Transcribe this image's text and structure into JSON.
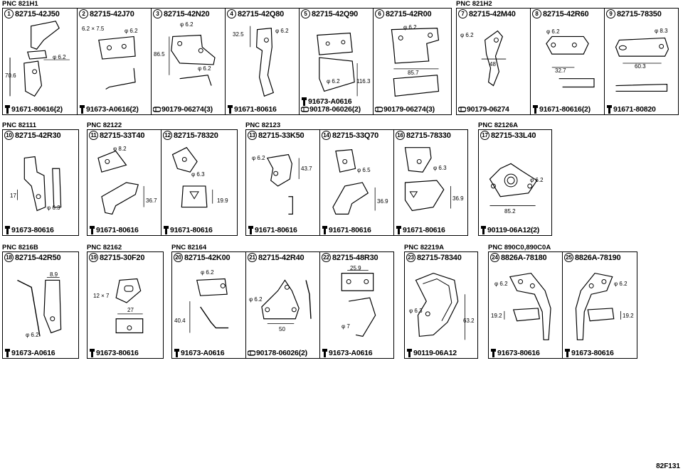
{
  "groups": [
    {
      "label": "PNC 821H1",
      "panel_items": [
        {
          "num": "1",
          "part": "82715-42J50",
          "hardware": [
            {
              "icon": "bolt-icon",
              "text": "91671-80616(2)"
            }
          ],
          "dims": [
            "φ 6.2",
            "70.6"
          ]
        },
        {
          "num": "2",
          "part": "82715-42J70",
          "hardware": [
            {
              "icon": "bolt-icon",
              "text": "91673-A0616(2)"
            }
          ],
          "dims": [
            "6.2 × 7.5",
            "φ 6.2"
          ]
        },
        {
          "num": "3",
          "part": "82715-42N20",
          "hardware": [
            {
              "icon": "nut-icon",
              "text": "90179-06274(3)"
            }
          ],
          "dims": [
            "φ 6.2",
            "86.5",
            "φ 6.2"
          ]
        },
        {
          "num": "4",
          "part": "82715-42Q80",
          "hardware": [
            {
              "icon": "bolt-icon",
              "text": "91671-80616"
            }
          ],
          "dims": [
            "32.5",
            "φ 6.2"
          ]
        },
        {
          "num": "5",
          "part": "82715-42Q90",
          "hardware": [
            {
              "icon": "bolt-icon",
              "text": "91673-A0616"
            },
            {
              "icon": "nut-icon",
              "text": "90178-06026(2)"
            }
          ],
          "dims": [
            "φ 6.2",
            "116.3"
          ]
        },
        {
          "num": "6",
          "part": "82715-42R00",
          "hardware": [
            {
              "icon": "nut-icon",
              "text": "90179-06274(3)"
            }
          ],
          "dims": [
            "φ 6.2",
            "85.7"
          ]
        }
      ]
    },
    {
      "label": "PNC 821H2",
      "panel_items": [
        {
          "num": "7",
          "part": "82715-42M40",
          "hardware": [
            {
              "icon": "nut-icon",
              "text": "90179-06274"
            }
          ],
          "dims": [
            "φ 6.2",
            "48"
          ]
        },
        {
          "num": "8",
          "part": "82715-42R60",
          "hardware": [
            {
              "icon": "bolt-icon",
              "text": "91671-80616(2)"
            }
          ],
          "dims": [
            "φ 6.2",
            "32.7"
          ]
        },
        {
          "num": "9",
          "part": "82715-78350",
          "hardware": [
            {
              "icon": "bolt-icon",
              "text": "91671-80820"
            }
          ],
          "dims": [
            "φ 8.3",
            "60.3"
          ]
        }
      ]
    },
    {
      "label": "PNC 82111",
      "panel_items": [
        {
          "num": "10",
          "part": "82715-42R30",
          "hardware": [
            {
              "icon": "bolt-icon",
              "text": "91673-80616"
            }
          ],
          "dims": [
            "17",
            "φ 6.3"
          ]
        }
      ]
    },
    {
      "label": "PNC 82122",
      "panel_items": [
        {
          "num": "11",
          "part": "82715-33T40",
          "hardware": [
            {
              "icon": "bolt-icon",
              "text": "91671-80616"
            }
          ],
          "dims": [
            "φ 8.2",
            "36.7"
          ]
        },
        {
          "num": "12",
          "part": "82715-78320",
          "hardware": [
            {
              "icon": "bolt-icon",
              "text": "91671-80616"
            }
          ],
          "dims": [
            "φ 6.3",
            "19.9"
          ]
        }
      ]
    },
    {
      "label": "PNC 82123",
      "panel_items": [
        {
          "num": "13",
          "part": "82715-33K50",
          "hardware": [
            {
              "icon": "bolt-icon",
              "text": "91671-80616"
            }
          ],
          "dims": [
            "φ 6.2",
            "43.7"
          ]
        },
        {
          "num": "14",
          "part": "82715-33Q70",
          "hardware": [
            {
              "icon": "bolt-icon",
              "text": "91671-80616"
            }
          ],
          "dims": [
            "φ 6.5",
            "36.9"
          ]
        },
        {
          "num": "16",
          "part": "82715-78330",
          "hardware": [
            {
              "icon": "bolt-icon",
              "text": "91671-80616"
            }
          ],
          "dims": [
            "φ 6.3",
            "36.9"
          ]
        }
      ]
    },
    {
      "label": "PNC 82126A",
      "panel_items": [
        {
          "num": "17",
          "part": "82715-33L40",
          "hardware": [
            {
              "icon": "bolt-icon",
              "text": "90119-06A12(2)"
            }
          ],
          "dims": [
            "φ 6.2",
            "85.2"
          ]
        }
      ]
    },
    {
      "label": "PNC 8216B",
      "panel_items": [
        {
          "num": "18",
          "part": "82715-42R50",
          "hardware": [
            {
              "icon": "bolt-icon",
              "text": "91673-A0616"
            }
          ],
          "dims": [
            "8.9",
            "φ 6.2"
          ]
        }
      ]
    },
    {
      "label": "PNC 82162",
      "panel_items": [
        {
          "num": "19",
          "part": "82715-30F20",
          "hardware": [
            {
              "icon": "bolt-icon",
              "text": "91673-80616"
            }
          ],
          "dims": [
            "12 × 7",
            "27"
          ]
        }
      ]
    },
    {
      "label": "PNC 82164",
      "panel_items": [
        {
          "num": "20",
          "part": "82715-42K00",
          "hardware": [
            {
              "icon": "bolt-icon",
              "text": "91673-A0616"
            }
          ],
          "dims": [
            "φ 6.2",
            "40.4"
          ]
        },
        {
          "num": "21",
          "part": "82715-42R40",
          "hardware": [
            {
              "icon": "nut-icon",
              "text": "90178-06026(2)"
            }
          ],
          "dims": [
            "φ 6.2",
            "50"
          ]
        },
        {
          "num": "22",
          "part": "82715-48R30",
          "hardware": [
            {
              "icon": "bolt-icon",
              "text": "91673-A0616"
            }
          ],
          "dims": [
            "25.9",
            "φ 7"
          ]
        }
      ]
    },
    {
      "label": "PNC 82219A",
      "panel_items": [
        {
          "num": "23",
          "part": "82715-78340",
          "hardware": [
            {
              "icon": "bolt-icon",
              "text": "90119-06A12"
            }
          ],
          "dims": [
            "φ 6.3",
            "63.2"
          ]
        }
      ]
    },
    {
      "label": "PNC 890C0,890C0A",
      "panel_items": [
        {
          "num": "24",
          "part": "8826A-78180",
          "hardware": [
            {
              "icon": "bolt-icon",
              "text": "91673-80616"
            }
          ],
          "dims": [
            "φ 6.2",
            "19.2"
          ]
        },
        {
          "num": "25",
          "part": "8826A-78190",
          "hardware": [
            {
              "icon": "bolt-icon",
              "text": "91673-80616"
            }
          ],
          "dims": [
            "φ 6.2",
            "19.2"
          ]
        }
      ]
    }
  ],
  "sheet_code": "82F131"
}
